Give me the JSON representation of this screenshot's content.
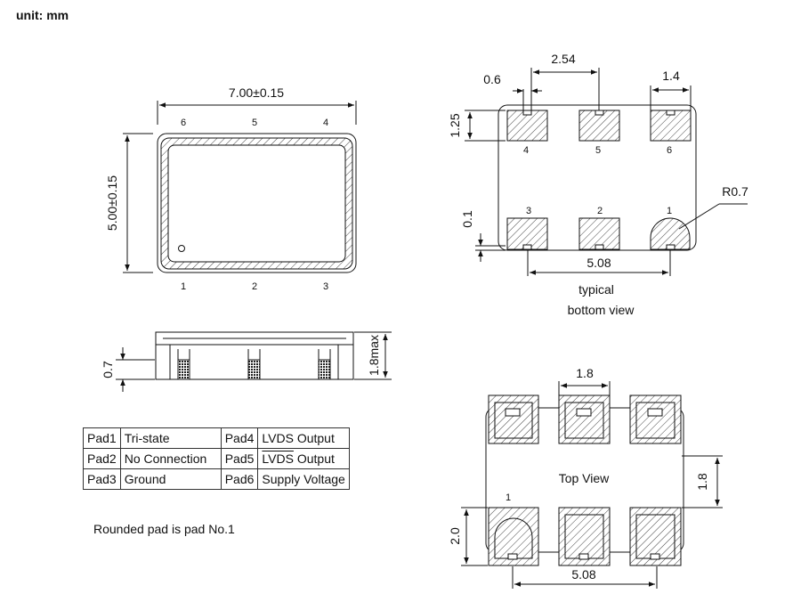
{
  "unit_label": "unit: mm",
  "top_left": {
    "width_dim": "7.00±0.15",
    "height_dim": "5.00±0.15",
    "pins_top": [
      "6",
      "5",
      "4"
    ],
    "pins_bottom": [
      "1",
      "2",
      "3"
    ]
  },
  "side": {
    "pad_height": "0.7",
    "max_height": "1.8max"
  },
  "bottom_view": {
    "dim_pitch": "2.54",
    "dim_notch": "0.6",
    "dim_pad_width": "1.4",
    "dim_pad_height": "1.25",
    "dim_edge": "0.1",
    "dim_span": "5.08",
    "radius": "R0.7",
    "pins_top": [
      "4",
      "5",
      "6"
    ],
    "pins_bottom": [
      "3",
      "2",
      "1"
    ],
    "caption_line1": "typical",
    "caption_line2": "bottom view"
  },
  "top_view": {
    "dim_pad_width": "1.8",
    "dim_row_gap": "1.8",
    "dim_pad_height": "2.0",
    "dim_span": "5.08",
    "pin_label": "1",
    "caption": "Top View"
  },
  "pad_table": [
    {
      "pad": "Pad1",
      "function": "Tri-state",
      "pad2": "Pad4",
      "function2": "LVDS Output",
      "overline2": ""
    },
    {
      "pad": "Pad2",
      "function": "No Connection",
      "pad2": "Pad5",
      "function2": " Output",
      "overline2": "LVDS"
    },
    {
      "pad": "Pad3",
      "function": "Ground",
      "pad2": "Pad6",
      "function2": "Supply Voltage",
      "overline2": ""
    }
  ],
  "note": "Rounded pad is pad No.1"
}
